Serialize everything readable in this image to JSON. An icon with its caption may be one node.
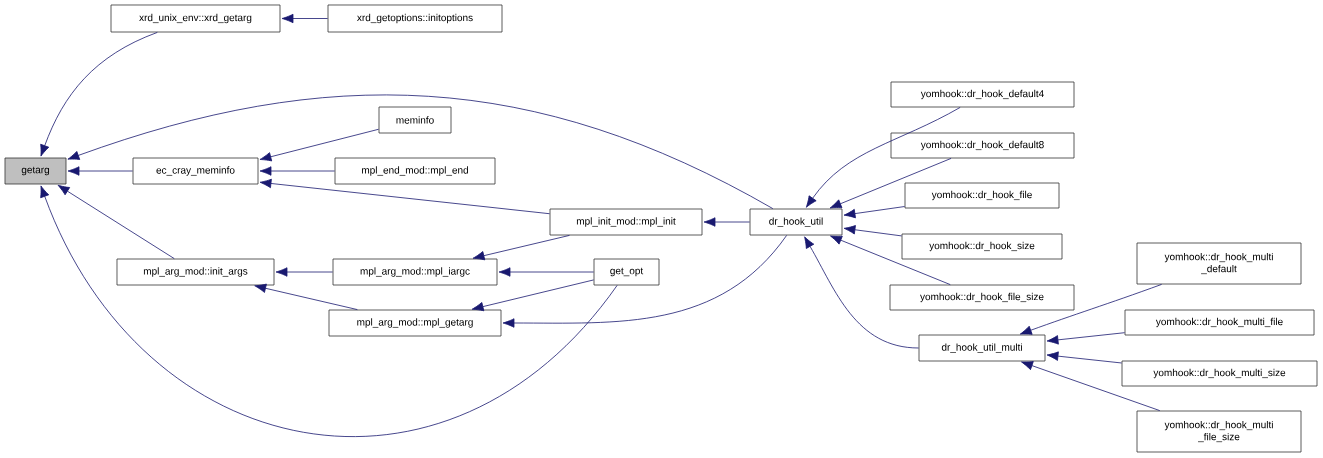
{
  "diagram": {
    "nodes": [
      {
        "text": [
          "getarg"
        ]
      },
      {
        "text": [
          "xrd_unix_env::xrd_getarg"
        ]
      },
      {
        "text": [
          "xrd_getoptions::initoptions"
        ]
      },
      {
        "text": [
          "ec_cray_meminfo"
        ]
      },
      {
        "text": [
          "meminfo"
        ]
      },
      {
        "text": [
          "mpl_end_mod::mpl_end"
        ]
      },
      {
        "text": [
          "mpl_init_mod::mpl_init"
        ]
      },
      {
        "text": [
          "dr_hook_util"
        ]
      },
      {
        "text": [
          "mpl_arg_mod::init_args"
        ]
      },
      {
        "text": [
          "mpl_arg_mod::mpl_iargc"
        ]
      },
      {
        "text": [
          "mpl_arg_mod::mpl_getarg"
        ]
      },
      {
        "text": [
          "get_opt"
        ]
      },
      {
        "text": [
          "yomhook::dr_hook_default4"
        ]
      },
      {
        "text": [
          "yomhook::dr_hook_default8"
        ]
      },
      {
        "text": [
          "yomhook::dr_hook_file"
        ]
      },
      {
        "text": [
          "yomhook::dr_hook_size"
        ]
      },
      {
        "text": [
          "yomhook::dr_hook_file_size"
        ]
      },
      {
        "text": [
          "dr_hook_util_multi"
        ]
      },
      {
        "text": [
          "yomhook::dr_hook_multi _default"
        ]
      },
      {
        "text": [
          "yomhook::dr_hook_multi_file"
        ]
      },
      {
        "text": [
          "yomhook::dr_hook_multi_size"
        ]
      },
      {
        "text": [
          "yomhook::dr_hook_multi _file_size"
        ]
      }
    ],
    "edges": [
      {
        "from": 1,
        "to": 0,
        "arrow": "to"
      },
      {
        "from": 2,
        "to": 1,
        "arrow": "to"
      },
      {
        "from": 7,
        "to": 0,
        "arrow": "to"
      },
      {
        "from": 3,
        "to": 0,
        "arrow": "to"
      },
      {
        "from": 4,
        "to": 3,
        "arrow": "to"
      },
      {
        "from": 5,
        "to": 3,
        "arrow": "to"
      },
      {
        "from": 6,
        "to": 3,
        "arrow": "to"
      },
      {
        "from": 8,
        "to": 0,
        "arrow": "to"
      },
      {
        "from": 11,
        "to": 0,
        "arrow": "to"
      },
      {
        "from": 9,
        "to": 8,
        "arrow": "to"
      },
      {
        "from": 10,
        "to": 8,
        "arrow": "to"
      },
      {
        "from": 6,
        "to": 9,
        "arrow": "to"
      },
      {
        "from": 11,
        "to": 9,
        "arrow": "to"
      },
      {
        "from": 11,
        "to": 10,
        "arrow": "to"
      },
      {
        "from": 7,
        "to": 10,
        "arrow": "to"
      },
      {
        "from": 7,
        "to": 6,
        "arrow": "to"
      },
      {
        "from": 12,
        "to": 7,
        "arrow": "to"
      },
      {
        "from": 13,
        "to": 7,
        "arrow": "to"
      },
      {
        "from": 14,
        "to": 7,
        "arrow": "to"
      },
      {
        "from": 15,
        "to": 7,
        "arrow": "to"
      },
      {
        "from": 16,
        "to": 7,
        "arrow": "to"
      },
      {
        "from": 17,
        "to": 7,
        "arrow": "to"
      },
      {
        "from": 18,
        "to": 17,
        "arrow": "to"
      },
      {
        "from": 19,
        "to": 17,
        "arrow": "to"
      },
      {
        "from": 20,
        "to": 17,
        "arrow": "to"
      },
      {
        "from": 21,
        "to": 17,
        "arrow": "to"
      }
    ]
  }
}
